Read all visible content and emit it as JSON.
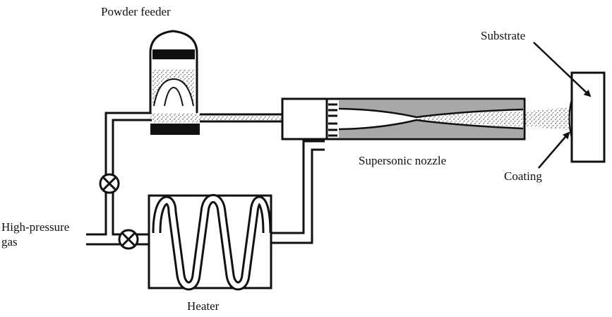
{
  "labels": {
    "powder_feeder": "Powder feeder",
    "substrate": "Substrate",
    "supersonic_nozzle": "Supersonic nozzle",
    "coating": "Coating",
    "high_pressure_gas_line1": "High-pressure",
    "high_pressure_gas_line2": "gas",
    "heater": "Heater"
  },
  "colors": {
    "line": "#111111",
    "nozzle_fill": "#a8a8a8",
    "powder": "#222222",
    "background": "#ffffff"
  }
}
